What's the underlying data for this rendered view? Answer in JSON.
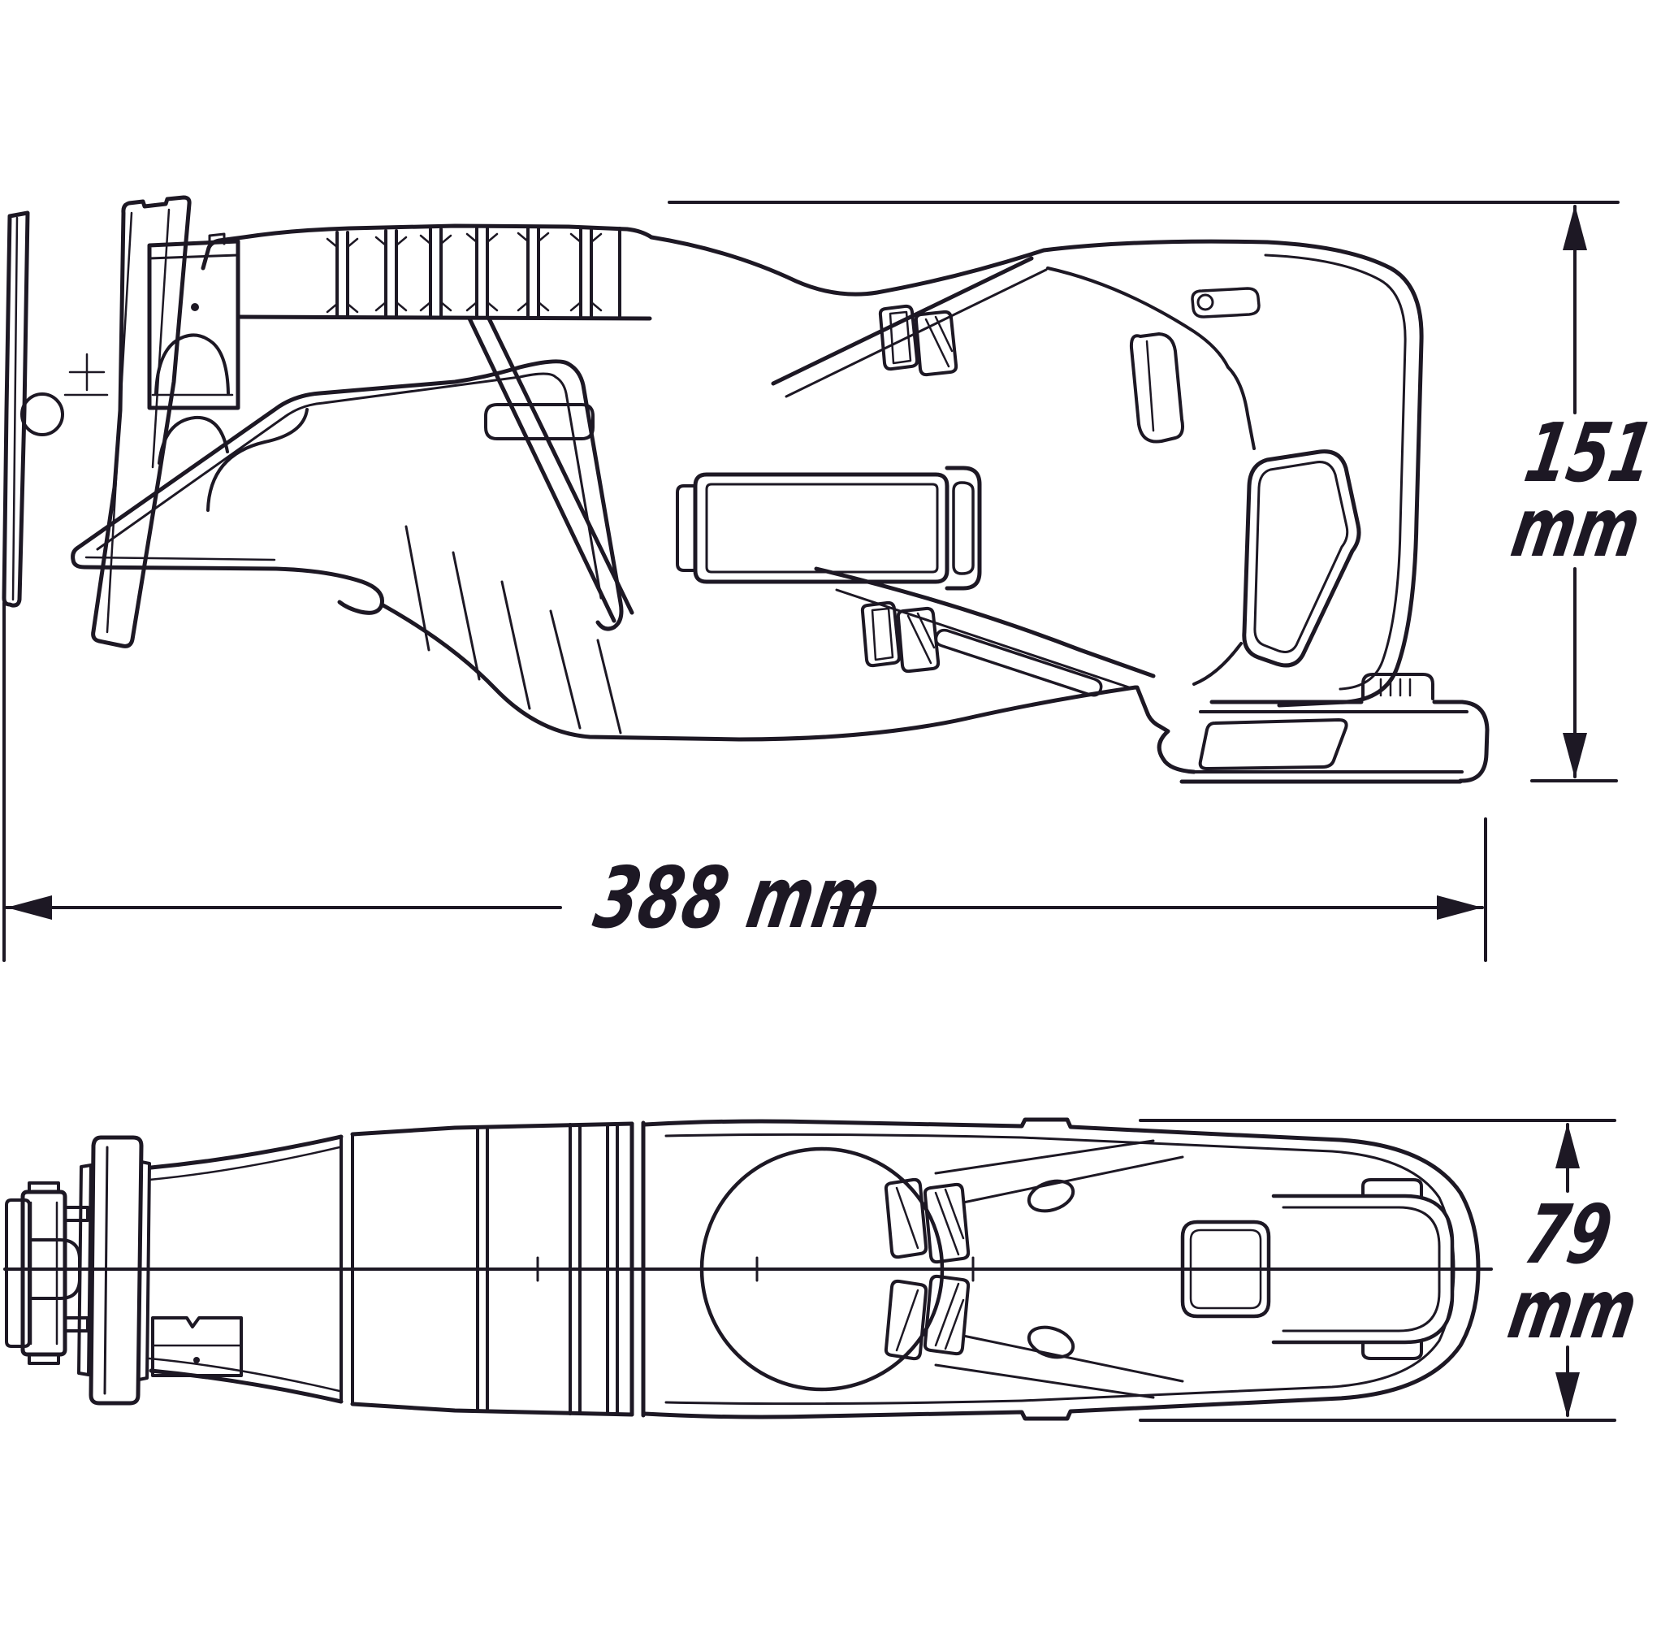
{
  "meta": {
    "background_color": "#ffffff",
    "line_color": "#1d1824",
    "drawing_type": "dimensional technical line drawing",
    "subject": "cordless reciprocating saw shown in two orthographic views (side view above, top view below)"
  },
  "views": [
    {
      "id": "side-view",
      "description": "side elevation of reciprocating saw with blade shoe left, ribbed motor housing, D-handle with trigger and battery pack"
    },
    {
      "id": "top-view",
      "description": "plan view of reciprocating saw with centerline"
    }
  ],
  "dimensions": {
    "height": {
      "value": "151",
      "unit": "mm"
    },
    "length": {
      "value": "388",
      "unit": "mm"
    },
    "width": {
      "value": "79",
      "unit": "mm"
    }
  }
}
